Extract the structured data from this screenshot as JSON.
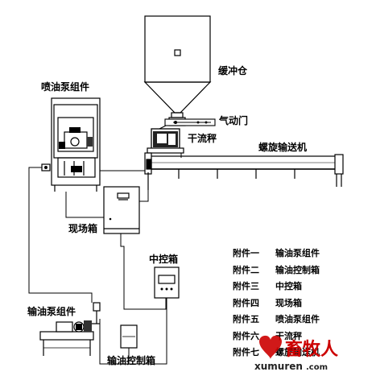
{
  "diagram": {
    "labels": {
      "buffer_bin": "缓冲仓",
      "pneumatic_gate": "气动门",
      "flow_scale": "干流秤",
      "screw_conveyor": "螺旋输送机",
      "spray_pump_assembly": "喷油泵组件",
      "field_box": "现场箱",
      "central_control_box": "中控箱",
      "oil_pump_assembly": "输油泵组件",
      "oil_control_box": "输油控制箱"
    },
    "legend": [
      {
        "num": "附件一",
        "name": "输油泵组件"
      },
      {
        "num": "附件二",
        "name": "输油控制箱"
      },
      {
        "num": "附件三",
        "name": "中控箱"
      },
      {
        "num": "附件四",
        "name": "现场箱"
      },
      {
        "num": "附件五",
        "name": "喷油泵组件"
      },
      {
        "num": "附件六",
        "name": "干流秤"
      },
      {
        "num": "附件七",
        "name": "螺旋输送机"
      }
    ]
  },
  "watermark": {
    "text_cn": "畜牧人",
    "text_en": "xumuren",
    "text_domain": ".com"
  },
  "colors": {
    "line": "#000000",
    "watermark_red": "#cc0000"
  }
}
